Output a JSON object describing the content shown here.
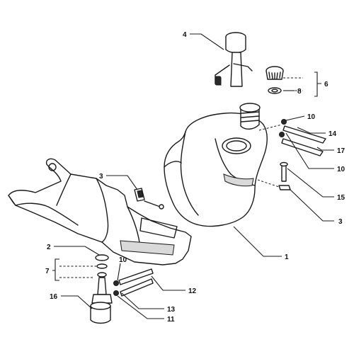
{
  "callouts": [
    {
      "id": "c1",
      "label": "1"
    },
    {
      "id": "c2",
      "label": "2"
    },
    {
      "id": "c3a",
      "label": "3"
    },
    {
      "id": "c3b",
      "label": "3"
    },
    {
      "id": "c4",
      "label": "4"
    },
    {
      "id": "c6",
      "label": "6"
    },
    {
      "id": "c7",
      "label": "7"
    },
    {
      "id": "c8",
      "label": "8"
    },
    {
      "id": "c10a",
      "label": "10"
    },
    {
      "id": "c10b",
      "label": "10"
    },
    {
      "id": "c10c",
      "label": "10"
    },
    {
      "id": "c11",
      "label": "11"
    },
    {
      "id": "c12",
      "label": "12"
    },
    {
      "id": "c13",
      "label": "13"
    },
    {
      "id": "c14",
      "label": "14"
    },
    {
      "id": "c15",
      "label": "15"
    },
    {
      "id": "c16",
      "label": "16"
    },
    {
      "id": "c17",
      "label": "17"
    }
  ],
  "colors": {
    "line": "#1a1a1a",
    "background": "#ffffff",
    "shade": "#d9d9d9"
  }
}
